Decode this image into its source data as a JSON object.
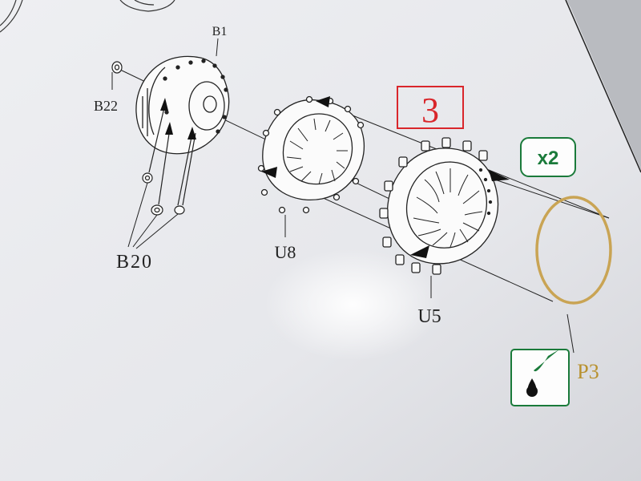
{
  "step": {
    "number": "3",
    "color": "#d9262b"
  },
  "multiplier": {
    "text": "x2",
    "color": "#1a7a3a"
  },
  "parts": {
    "b1": "B1",
    "b22": "B22",
    "b20": "B20",
    "u8": "U8",
    "u5": "U5",
    "p3": "P3"
  },
  "icons": {
    "glue_icon": "glue-drop-icon",
    "p3_ring": "photo-etched-ring"
  },
  "colors": {
    "paper": "#ecedf0",
    "ink": "#222222",
    "brass": "#c9a454",
    "green": "#1a7a3a"
  }
}
